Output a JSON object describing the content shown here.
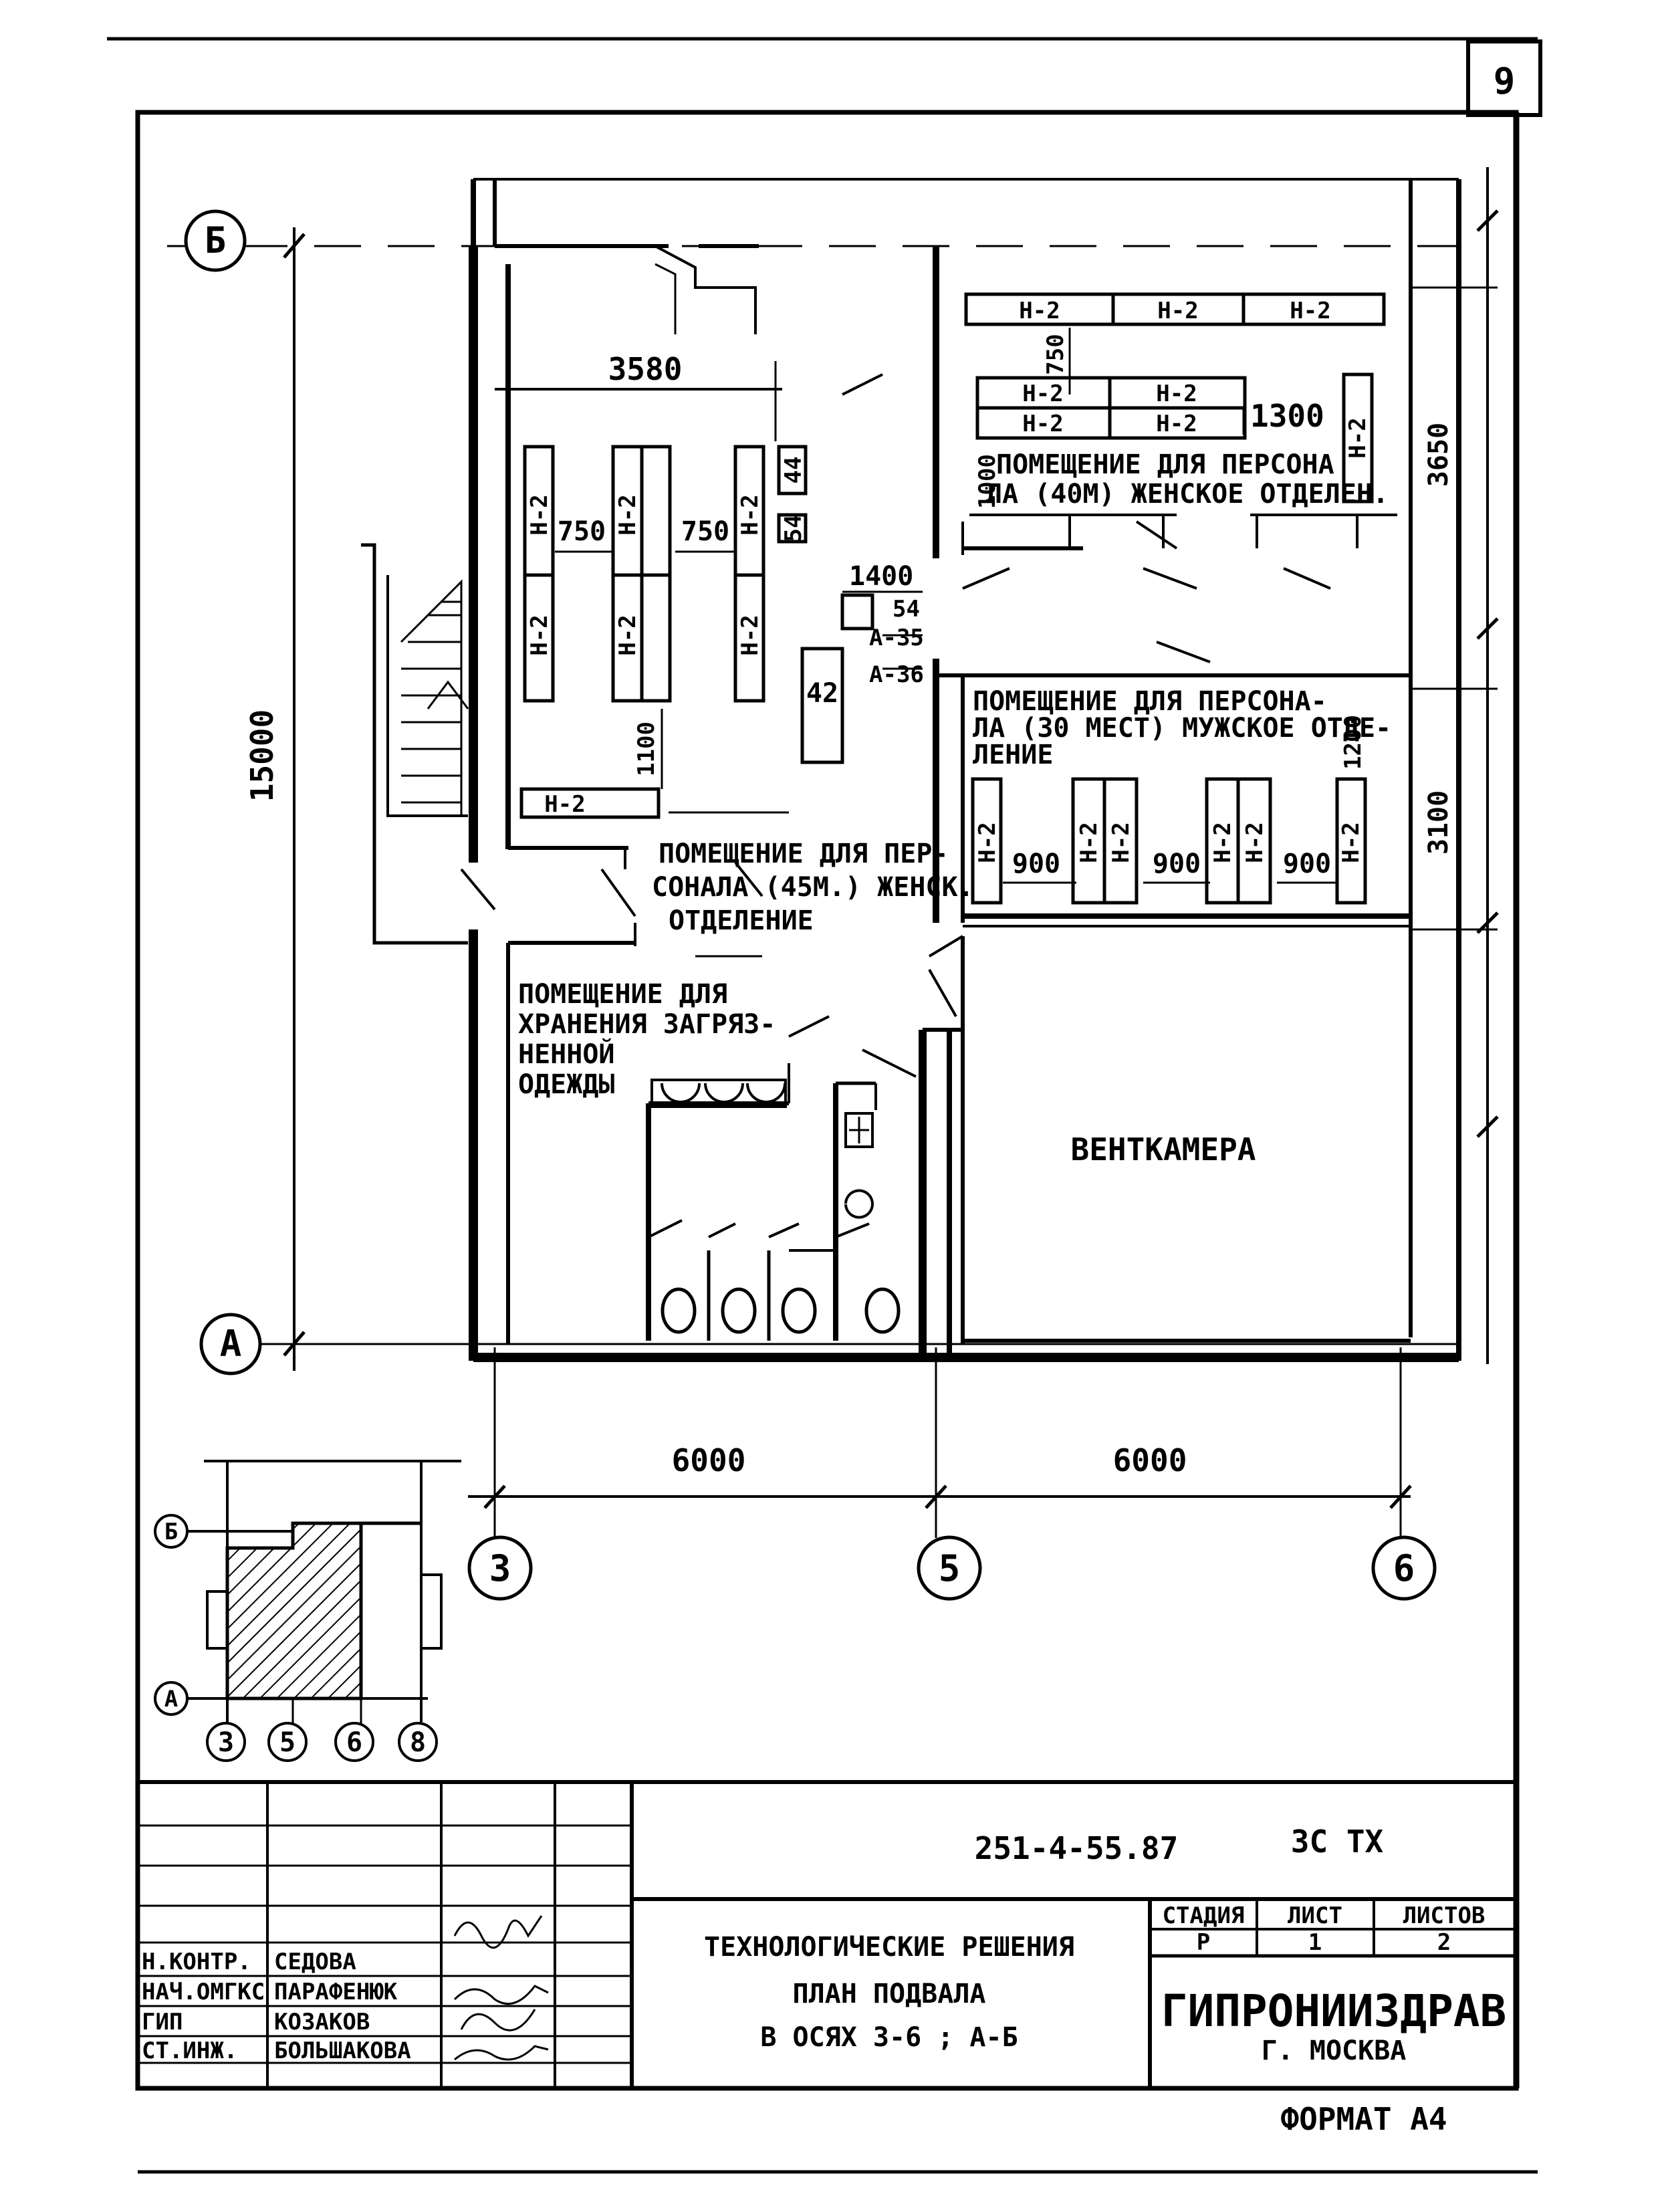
{
  "sheet": {
    "page_number": "9",
    "format": "ФОРМАТ А4"
  },
  "axes": {
    "rows": [
      "Б",
      "А"
    ],
    "cols": [
      "3",
      "5",
      "6"
    ]
  },
  "dimensions": {
    "overall_height": "15000",
    "span_3_5": "6000",
    "span_5_6": "6000",
    "d3580": "3580",
    "d750a": "750",
    "d750b": "750",
    "d750c": "750",
    "d1100": "1100",
    "d1400": "1400",
    "d1300": "1300",
    "d1000": "1000",
    "d3650": "3650",
    "d3100": "3100",
    "d1200": "1200",
    "d900a": "900",
    "d900b": "900",
    "d900c": "900"
  },
  "equipment": {
    "locker": "Н-2",
    "e44": "44",
    "e42": "42",
    "e54": "54",
    "e54b": "54",
    "a35": "А-35",
    "a36": "А-36"
  },
  "rooms": {
    "women_40": [
      "ПОМЕЩЕНИЕ ДЛЯ ПЕРСОНА",
      "ЛА (40М) ЖЕНСКОЕ ОТДЕЛЕН."
    ],
    "men_30": [
      "ПОМЕЩЕНИЕ ДЛЯ ПЕРСОНА-",
      "ЛА (30 МЕСТ) МУЖСКОЕ ОТДЕ-",
      "ЛЕНИЕ"
    ],
    "women_45": [
      "ПОМЕЩЕНИЕ ДЛЯ ПЕР-",
      "СОНАЛА (45М.) ЖЕНСК.",
      "ОТДЕЛЕНИЕ"
    ],
    "dirty": [
      "ПОМЕЩЕНИЕ ДЛЯ",
      "ХРАНЕНИЯ ЗАГРЯЗ-",
      "НЕННОЙ",
      "ОДЕЖДЫ"
    ],
    "vent": "ВЕНТКАМЕРА"
  },
  "keyplan": {
    "rows": [
      "Б",
      "А"
    ],
    "cols": [
      "3",
      "5",
      "6",
      "8"
    ]
  },
  "title_block": {
    "doc_code": "251-4-55.87",
    "set_code": "ЗС ТХ",
    "title": [
      "ТЕХНОЛОГИЧЕСКИЕ РЕШЕНИЯ",
      "ПЛАН ПОДВАЛА",
      "В ОСЯХ 3-6 ; А-Б"
    ],
    "stage_label": "СТАДИЯ",
    "sheet_label": "ЛИСТ",
    "sheets_label": "ЛИСТОВ",
    "stage": "Р",
    "sheet": "1",
    "sheets": "2",
    "org": "ГИПРОНИИЗДРАВ",
    "city": "Г. МОСКВА",
    "signatories": [
      {
        "role": "Н.КОНТР.",
        "name": "СЕДОВА"
      },
      {
        "role": "НАЧ.ОМГКС",
        "name": "ПАРАФЕНЮК"
      },
      {
        "role": "ГИП",
        "name": "КОЗАКОВ"
      },
      {
        "role": "СТ.ИНЖ.",
        "name": "БОЛЬШАКОВА"
      }
    ]
  }
}
